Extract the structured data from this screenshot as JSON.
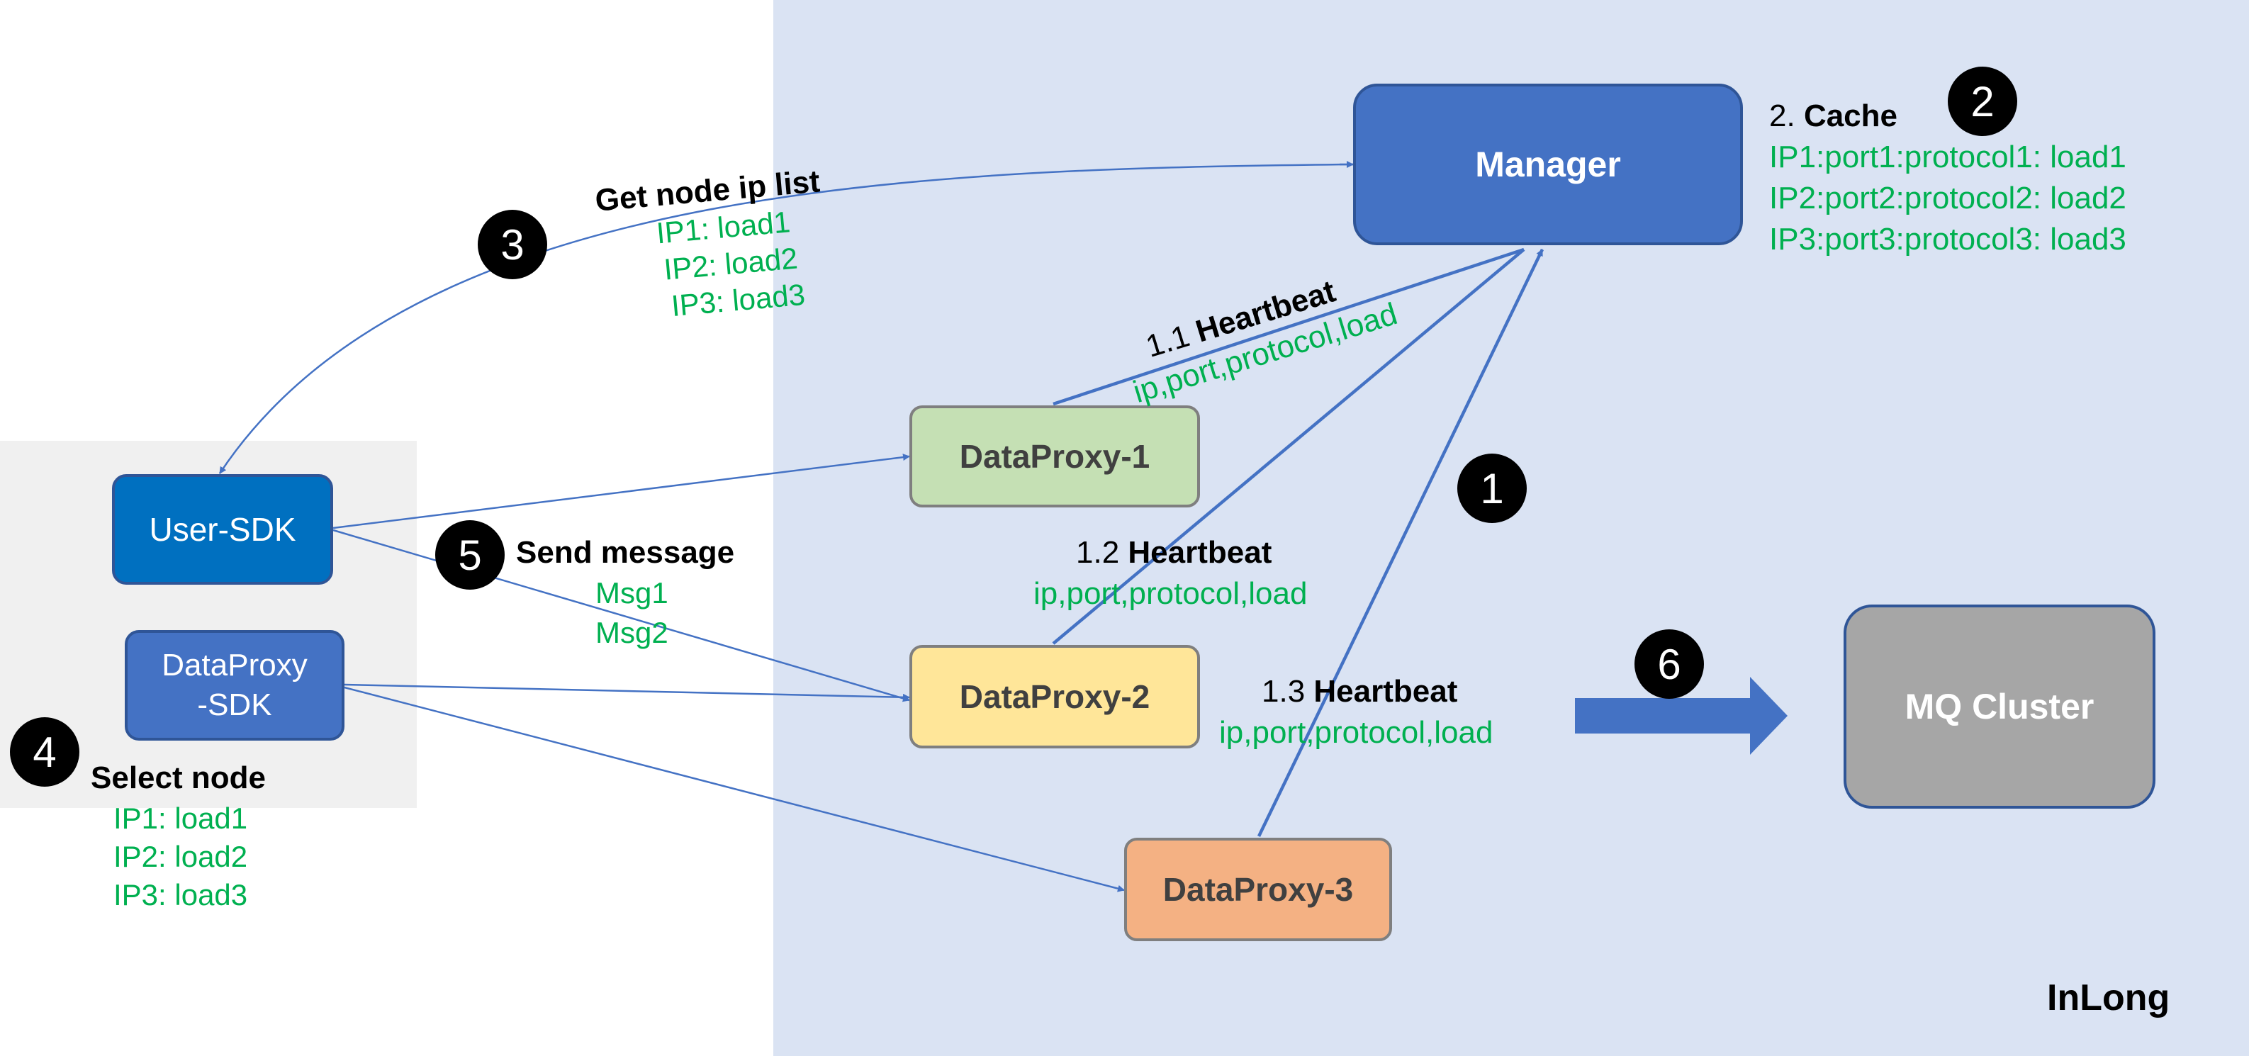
{
  "nodes": {
    "manager": "Manager",
    "user_sdk": "User-SDK",
    "dataproxy_sdk_line1": "DataProxy",
    "dataproxy_sdk_line2": "-SDK",
    "dataproxy_1": "DataProxy-1",
    "dataproxy_2": "DataProxy-2",
    "dataproxy_3": "DataProxy-3",
    "mq_cluster": "MQ Cluster"
  },
  "cache": {
    "prefix": "2.",
    "title": "Cache",
    "entries": [
      "IP1:port1:protocol1: load1",
      "IP2:port2:protocol2: load2",
      "IP3:port3:protocol3: load3"
    ]
  },
  "get_node_list": {
    "title": "Get node ip list",
    "entries": [
      "IP1: load1",
      "IP2: load2",
      "IP3: load3"
    ]
  },
  "heartbeats": [
    {
      "prefix": "1.1",
      "title": "Heartbeat",
      "detail": "ip,port,protocol,load"
    },
    {
      "prefix": "1.2",
      "title": "Heartbeat",
      "detail": "ip,port,protocol,load"
    },
    {
      "prefix": "1.3",
      "title": "Heartbeat",
      "detail": "ip,port,protocol,load"
    }
  ],
  "send_message": {
    "title": "Send message",
    "entries": [
      "Msg1",
      "Msg2"
    ]
  },
  "select_node": {
    "title": "Select node",
    "entries": [
      "IP1: load1",
      "IP2: load2",
      "IP3: load3"
    ]
  },
  "step_numbers": [
    "1",
    "2",
    "3",
    "4",
    "5",
    "6"
  ],
  "footer": "InLong",
  "colors": {
    "region_bg": "#dae3f3",
    "client_bg": "#f0f0f0",
    "arrow": "#4472c4",
    "green_text": "#00b050",
    "manager": "#4472c4",
    "user_sdk": "#0070c0",
    "dataproxy_1": "#c5e0b4",
    "dataproxy_2": "#ffe699",
    "dataproxy_3": "#f4b183",
    "mq_cluster": "#a6a6a6"
  }
}
